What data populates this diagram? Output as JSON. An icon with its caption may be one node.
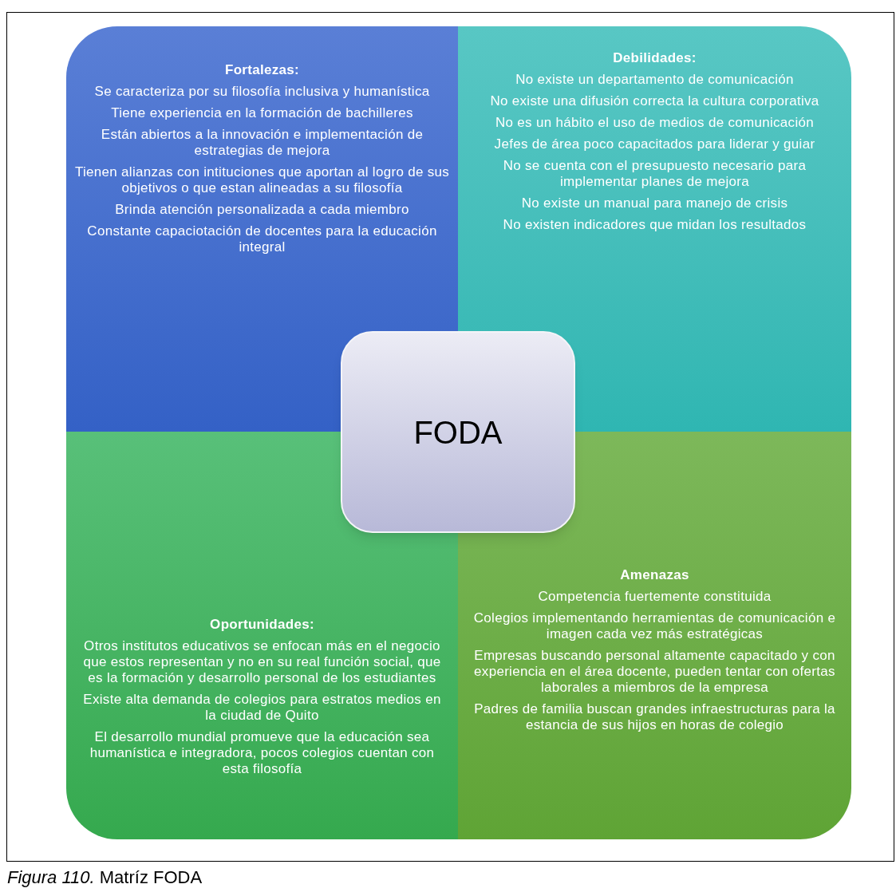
{
  "diagram": {
    "caption": "*Figura 110.* Matríz FODA",
    "nodes": [
      {
        "text": [
          "Fortalezas:",
          "Se caracteriza por su filosofía inclusiva y humanística",
          "Tiene experiencia en la formación de bachilleres",
          "Están abiertos a la innovación e implementación de estrategias de mejora",
          "Tienen alianzas con intituciones que aportan al logro de sus objetivos o que estan alineadas a su filosofía",
          "Brinda atención personalizada a cada miembro",
          "Constante capaciotación de docentes para la educación integral"
        ]
      },
      {
        "text": [
          "Debilidades:",
          "No existe un departamento de comunicación",
          "No existe una difusión correcta la cultura corporativa",
          "No es un hábito el uso de medios de comunicación",
          "Jefes de área poco capacitados para liderar y guiar",
          "No se cuenta con el presupuesto necesario para implementar planes de mejora",
          "No existe un manual para manejo de crisis",
          "No existen indicadores que midan los resultados"
        ]
      },
      {
        "text": [
          "Oportunidades:",
          "Otros institutos educativos se enfocan más en el negocio que estos representan y no en su real función social, que es la formación y desarrollo personal de los estudiantes",
          "Existe alta demanda de colegios para estratos medios en la ciudad de Quito",
          "El desarrollo mundial promueve que la educación sea humanística e integradora, pocos colegios cuentan con esta filosofía"
        ]
      },
      {
        "text": [
          "Amenazas",
          "Competencia fuertemente constituida",
          "Colegios implementando herramientas de comunicación e imagen cada vez más estratégicas",
          "Empresas buscando personal altamente capacitado y con experiencia en el área docente, pueden tentar con ofertas laborales a miembros de la empresa",
          "Padres de familia buscan grandes infraestructuras para la estancia de sus hijos en horas de colegio"
        ]
      },
      {
        "text": [
          "FODA"
        ]
      }
    ]
  }
}
